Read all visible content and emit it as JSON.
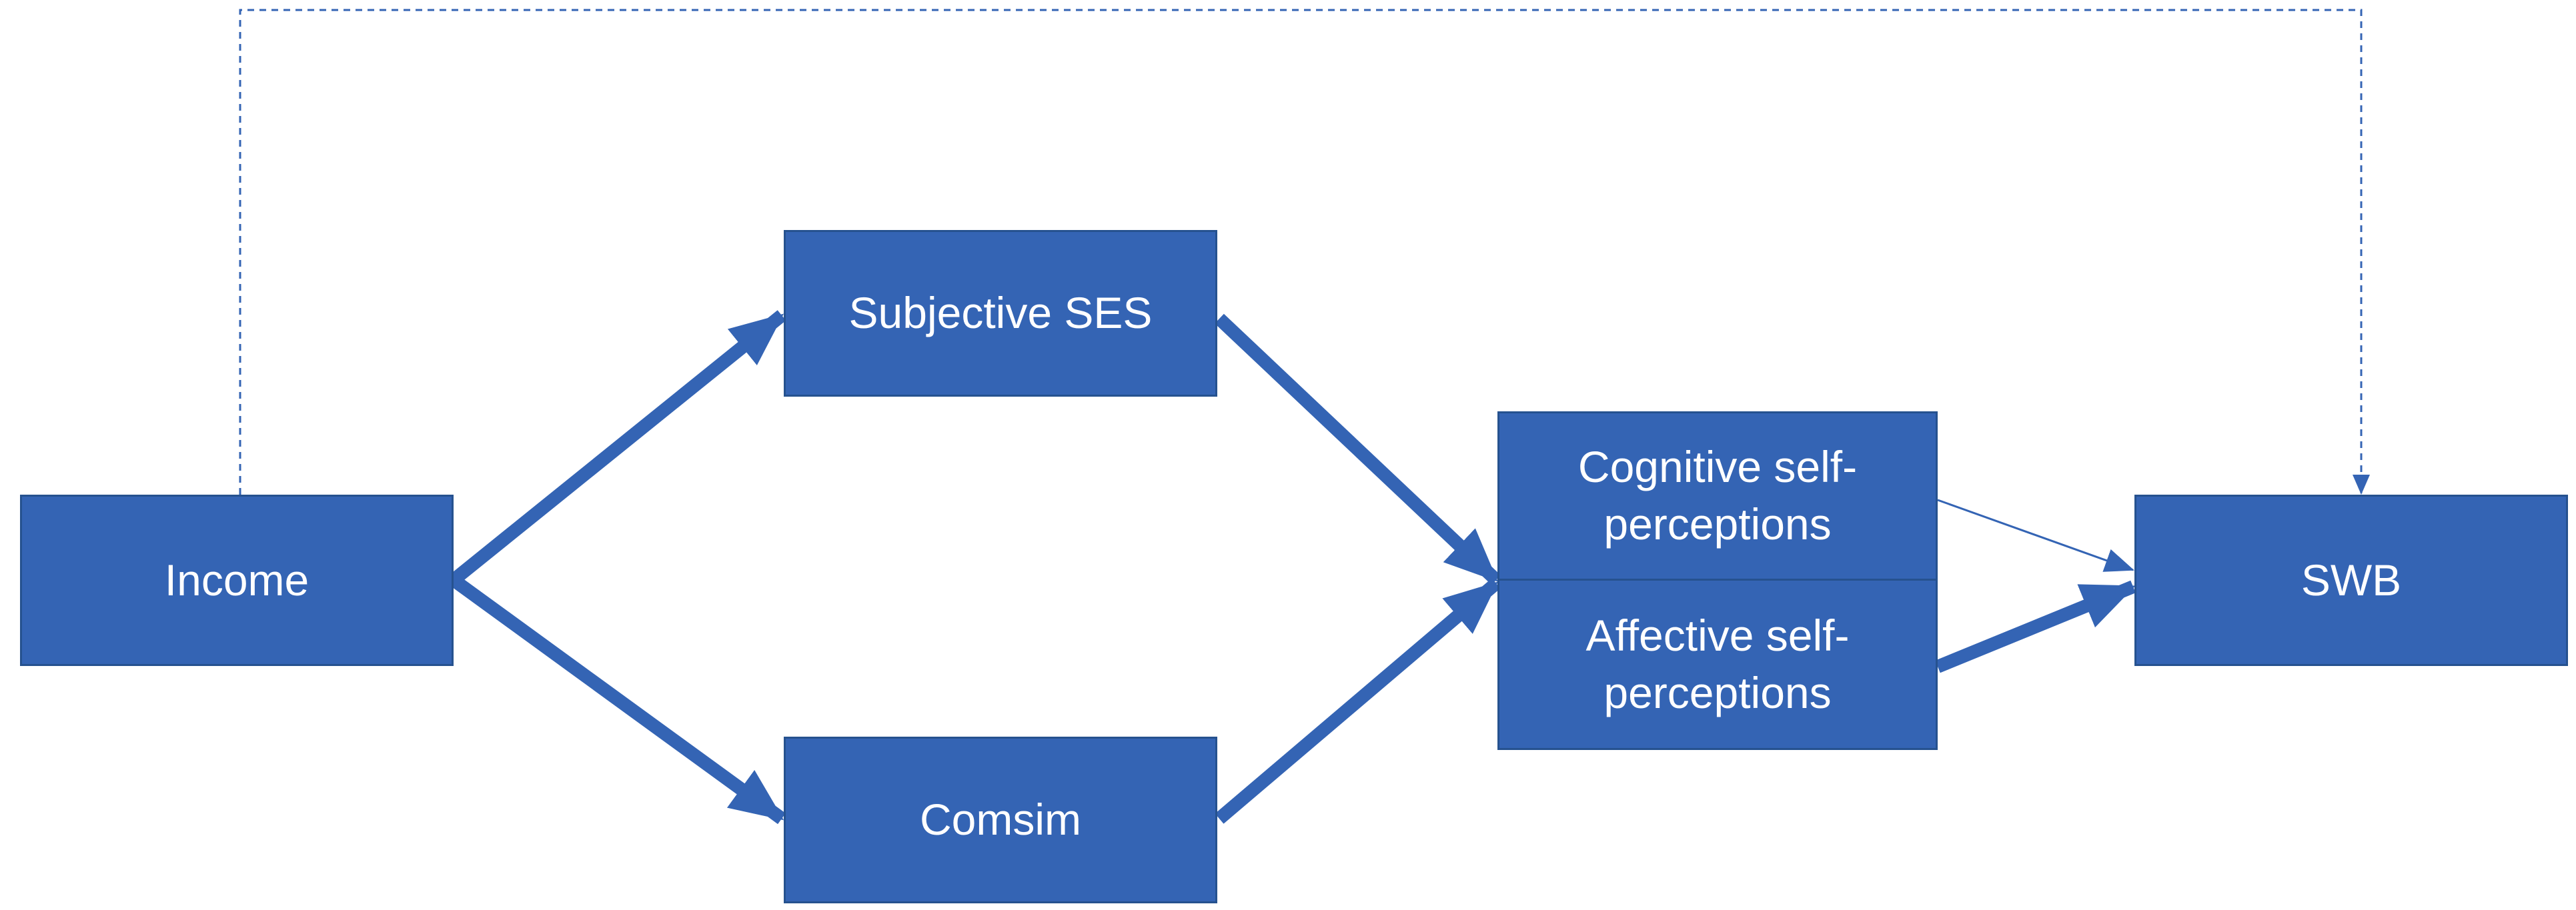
{
  "diagram": {
    "colors": {
      "node_fill": "#3464b4",
      "node_border": "#26528f",
      "arrow": "#3464b4",
      "text": "#ffffff"
    },
    "nodes": {
      "income": "Income",
      "subjective_ses": "Subjective SES",
      "comsim": "Comsim",
      "cognitive_self_perceptions": "Cognitive self-perceptions",
      "affective_self_perceptions": "Affective self-perceptions",
      "swb": "SWB"
    },
    "edges": [
      {
        "from": "income",
        "to": "subjective_ses",
        "style": "solid-thick"
      },
      {
        "from": "income",
        "to": "comsim",
        "style": "solid-thick"
      },
      {
        "from": "subjective_ses",
        "to": "self_perceptions",
        "style": "solid-thick"
      },
      {
        "from": "comsim",
        "to": "self_perceptions",
        "style": "solid-thick"
      },
      {
        "from": "cognitive_self_perceptions",
        "to": "swb",
        "style": "solid-thin"
      },
      {
        "from": "affective_self_perceptions",
        "to": "swb",
        "style": "solid-thick"
      },
      {
        "from": "income",
        "to": "swb",
        "style": "dashed"
      }
    ]
  }
}
